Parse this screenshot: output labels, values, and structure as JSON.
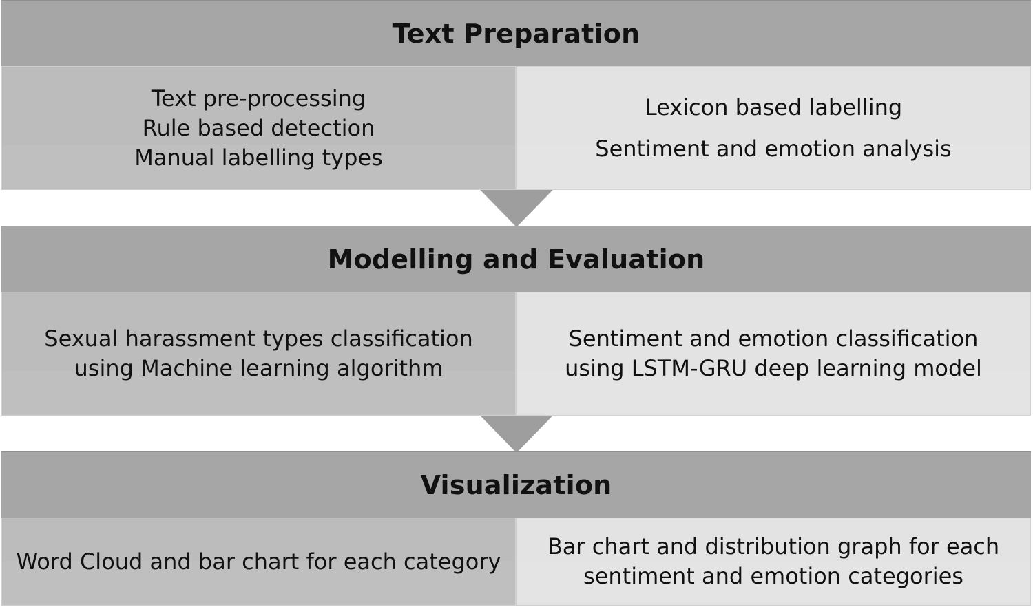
{
  "stages": [
    {
      "title": "Text Preparation",
      "left_lines": [
        "Text pre-processing",
        "Rule based detection",
        "Manual labelling types"
      ],
      "right_lines": [
        "Lexicon based labelling",
        "Sentiment and emotion analysis"
      ]
    },
    {
      "title": "Modelling and Evaluation",
      "left_lines": [
        "Sexual harassment types classification",
        "using Machine learning algorithm"
      ],
      "right_lines": [
        "Sentiment and emotion classification",
        "using LSTM-GRU deep learning model"
      ]
    },
    {
      "title": "Visualization",
      "left_lines": [
        "Word Cloud and bar chart for each category"
      ],
      "right_lines": [
        "Bar chart and distribution graph for each",
        "sentiment and emotion categories"
      ]
    }
  ],
  "colors": {
    "header_fill": "#a6a6a6",
    "left_panel_fill": "#bfbfbf",
    "right_panel_fill": "#e3e3e3",
    "arrow_fill": "#9e9e9e"
  }
}
